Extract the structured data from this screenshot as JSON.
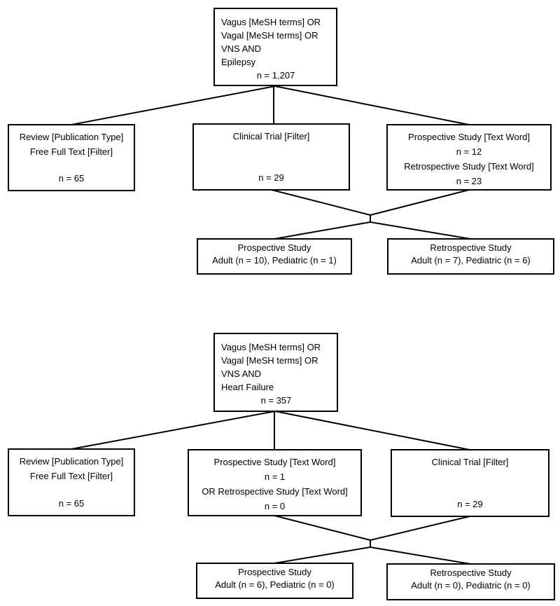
{
  "diagram": {
    "background_color": "#ffffff",
    "stroke_color": "#000000",
    "charts": [
      {
        "name": "vns-epilepsy-literature-search",
        "root": {
          "lines": [
            "Vagus [MeSH terms] OR",
            "Vagal [MeSH terms] OR",
            "VNS AND",
            "Epilepsy"
          ],
          "count": "n = 1,207"
        },
        "branches": [
          {
            "lines": [
              "Review [Publication Type]",
              "Free Full Text [Filter]"
            ],
            "count": "n = 65"
          },
          {
            "lines": [
              "Clinical Trial [Filter]"
            ],
            "count": "n = 29"
          },
          {
            "lines": [
              "Prospective Study [Text Word]",
              "n = 12",
              "Retrospective Study [Text Word]"
            ],
            "count": "n = 23"
          }
        ],
        "outcomes": [
          {
            "title": "Prospective Study",
            "detail": "Adult (n = 10), Pediatric (n = 1)"
          },
          {
            "title": "Retrospective Study",
            "detail": "Adult (n = 7), Pediatric (n = 6)"
          }
        ]
      },
      {
        "name": "vns-heart-failure-literature-search",
        "root": {
          "lines": [
            "Vagus [MeSH terms] OR",
            "Vagal [MeSH terms] OR",
            "VNS AND",
            "Heart Failure"
          ],
          "count": "n = 357"
        },
        "branches": [
          {
            "lines": [
              "Review [Publication Type]",
              "Free Full Text [Filter]"
            ],
            "count": "n = 65"
          },
          {
            "lines": [
              "Prospective Study [Text Word]",
              "n = 1",
              "OR Retrospective Study [Text Word]"
            ],
            "count": "n = 0"
          },
          {
            "lines": [
              "Clinical Trial [Filter]"
            ],
            "count": "n = 29"
          }
        ],
        "outcomes": [
          {
            "title": "Prospective Study",
            "detail": "Adult (n = 6), Pediatric (n = 0)"
          },
          {
            "title": "Retrospective Study",
            "detail": "Adult (n = 0), Pediatric (n = 0)"
          }
        ]
      }
    ]
  }
}
